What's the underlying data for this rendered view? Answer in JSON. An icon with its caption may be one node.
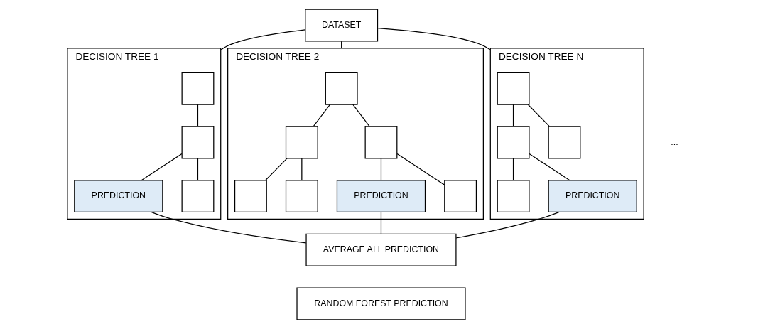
{
  "diagram": {
    "nodes": [
      {
        "text": [
          "DATASET"
        ]
      },
      {
        "text": [
          "DECISION TREE 1"
        ]
      },
      {
        "text": [],
        "shape": "box",
        "in": 1
      },
      {
        "text": [],
        "shape": "box",
        "in": 1
      },
      {
        "text": [
          "PREDICTION"
        ],
        "in": 1
      },
      {
        "text": [],
        "shape": "box",
        "in": 1
      },
      {
        "text": [
          "DECISION TREE 2"
        ]
      },
      {
        "text": [],
        "shape": "box",
        "in": 6
      },
      {
        "text": [],
        "shape": "box",
        "in": 6
      },
      {
        "text": [],
        "shape": "box",
        "in": 6
      },
      {
        "text": [],
        "shape": "box",
        "in": 6
      },
      {
        "text": [],
        "shape": "box",
        "in": 6
      },
      {
        "text": [
          "PREDICTION"
        ],
        "in": 6
      },
      {
        "text": [],
        "shape": "box",
        "in": 6
      },
      {
        "text": [
          "DECISION TREE N"
        ]
      },
      {
        "text": [],
        "shape": "box",
        "in": 14
      },
      {
        "text": [],
        "shape": "box",
        "in": 14
      },
      {
        "text": [],
        "shape": "box",
        "in": 14
      },
      {
        "text": [],
        "shape": "box",
        "in": 14
      },
      {
        "text": [
          "PREDICTION"
        ],
        "in": 14
      },
      {
        "text": [
          "AVERAGE ALL PREDICTION"
        ]
      },
      {
        "text": [
          "RANDOM FOREST PREDICTION"
        ]
      }
    ],
    "edges": [
      {
        "from": 0,
        "to": 1,
        "arrow": "none"
      },
      {
        "from": 0,
        "to": 6,
        "arrow": "none"
      },
      {
        "from": 0,
        "to": 14,
        "arrow": "none"
      },
      {
        "from": 2,
        "to": 3,
        "arrow": "none"
      },
      {
        "from": 3,
        "to": 4,
        "arrow": "none"
      },
      {
        "from": 3,
        "to": 5,
        "arrow": "none"
      },
      {
        "from": 7,
        "to": 8,
        "arrow": "none"
      },
      {
        "from": 7,
        "to": 9,
        "arrow": "none"
      },
      {
        "from": 8,
        "to": 10,
        "arrow": "none"
      },
      {
        "from": 8,
        "to": 11,
        "arrow": "none"
      },
      {
        "from": 9,
        "to": 12,
        "arrow": "none"
      },
      {
        "from": 9,
        "to": 13,
        "arrow": "none"
      },
      {
        "from": 15,
        "to": 16,
        "arrow": "none"
      },
      {
        "from": 15,
        "to": 17,
        "arrow": "none"
      },
      {
        "from": 16,
        "to": 18,
        "arrow": "none"
      },
      {
        "from": 16,
        "to": 19,
        "arrow": "none"
      },
      {
        "from": 4,
        "to": 20,
        "arrow": "none"
      },
      {
        "from": 12,
        "to": 20,
        "arrow": "none"
      },
      {
        "from": 19,
        "to": 20,
        "arrow": "none"
      }
    ],
    "labels": [
      "..."
    ]
  }
}
